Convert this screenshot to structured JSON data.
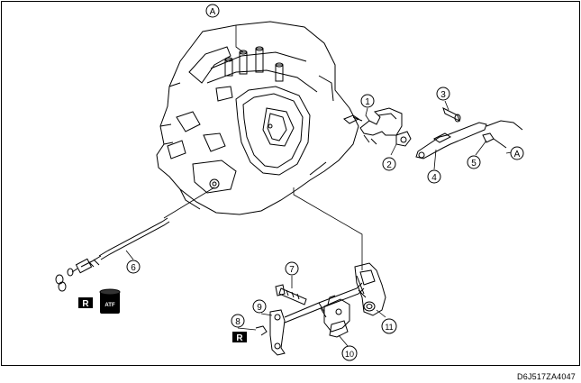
{
  "diagram": {
    "drawing_code": "D6J517ZA4047",
    "callouts": [
      {
        "id": "A",
        "label": "A"
      },
      {
        "id": "1",
        "label": "1"
      },
      {
        "id": "2",
        "label": "2"
      },
      {
        "id": "3",
        "label": "3"
      },
      {
        "id": "4",
        "label": "4"
      },
      {
        "id": "5",
        "label": "5"
      },
      {
        "id": "A2",
        "label": "A"
      },
      {
        "id": "6",
        "label": "6"
      },
      {
        "id": "7",
        "label": "7"
      },
      {
        "id": "8",
        "label": "8"
      },
      {
        "id": "9",
        "label": "9"
      },
      {
        "id": "10",
        "label": "10"
      },
      {
        "id": "11",
        "label": "11"
      }
    ],
    "badges": {
      "replace_1": "R",
      "replace_2": "R",
      "atf": "ATF"
    }
  }
}
